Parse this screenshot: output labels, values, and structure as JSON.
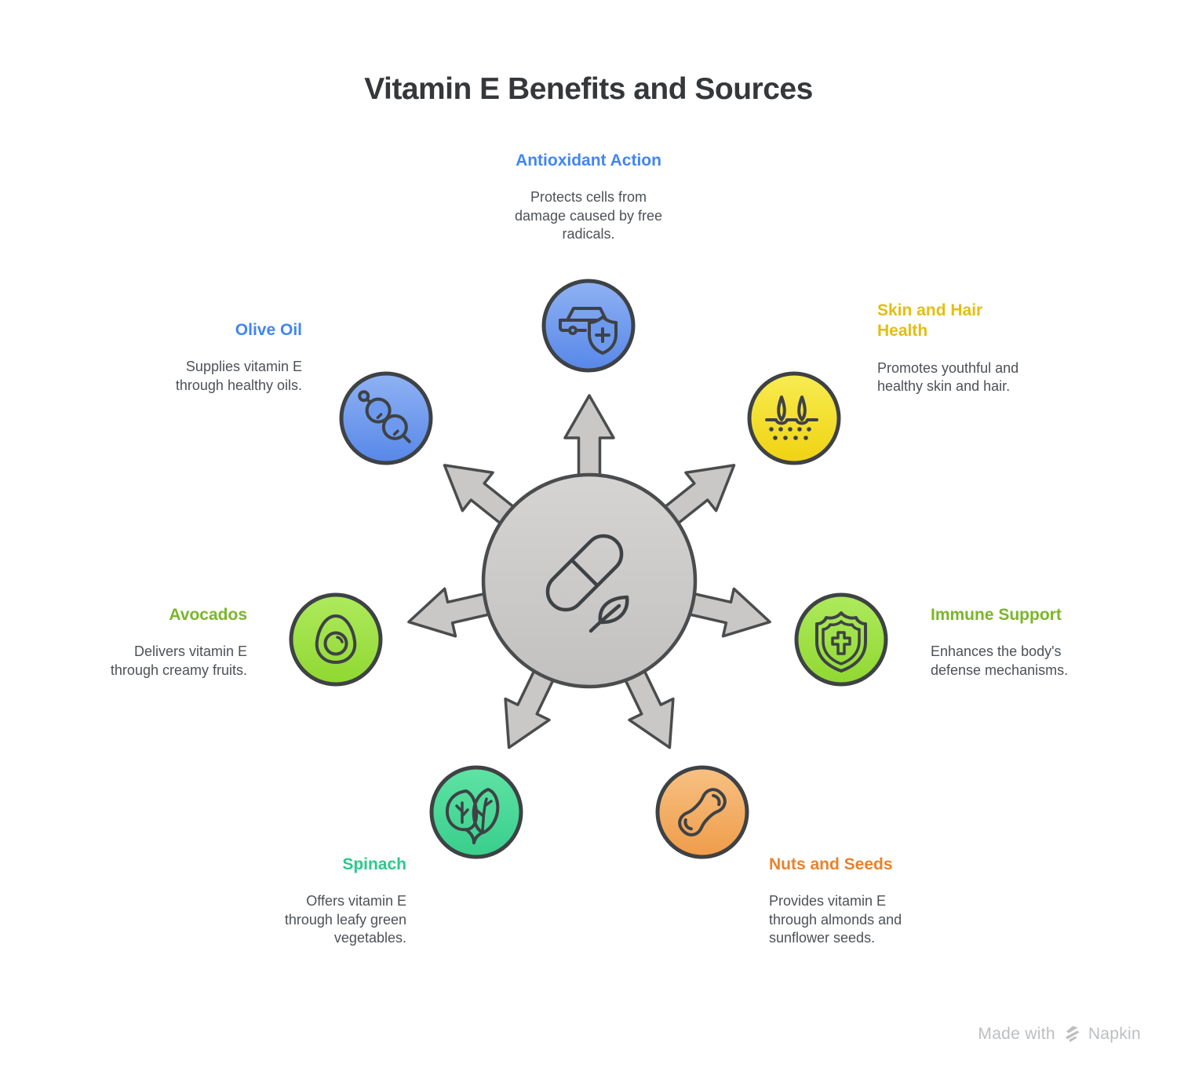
{
  "title": "Vitamin E Benefits and Sources",
  "hub": {
    "icon": "pill-leaf-icon",
    "circle_top": "#D5D4D3",
    "circle_bottom": "#C2C1C0",
    "arrow_fill": "#C9C8C7",
    "outline": "#4A4C4E"
  },
  "nodes": {
    "antioxidant": {
      "heading": "Antioxidant Action",
      "body": "Protects cells from damage caused by free radicals.",
      "heading_color": "#4285F4",
      "circle_top": "#8FB2F3",
      "circle_bottom": "#5787E8",
      "icon_fill": "#6D9AEE",
      "icon": "car-shield-icon"
    },
    "skin": {
      "heading": "Skin and Hair Health",
      "body": "Promotes youthful and healthy skin and hair.",
      "heading_color": "#E3BE12",
      "circle_top": "#F8EC52",
      "circle_bottom": "#EFD311",
      "icon": "hair-follicle-icon"
    },
    "immune": {
      "heading": "Immune Support",
      "body": "Enhances the body's defense mechanisms.",
      "heading_color": "#7AB629",
      "circle_top": "#AEEA5D",
      "circle_bottom": "#90D831",
      "icon": "shield-cross-icon"
    },
    "nuts": {
      "heading": "Nuts and Seeds",
      "body": "Provides vitamin E through almonds and sunflower seeds.",
      "heading_color": "#E8822C",
      "circle_top": "#F7C183",
      "circle_bottom": "#EF9C49",
      "icon": "peanut-icon"
    },
    "spinach": {
      "heading": "Spinach",
      "body": "Offers vitamin E through leafy green vegetables.",
      "heading_color": "#2BC98B",
      "circle_top": "#5FE3A4",
      "circle_bottom": "#38CE8C",
      "icon": "spinach-leaves-icon"
    },
    "avocado": {
      "heading": "Avocados",
      "body": "Delivers vitamin E through creamy fruits.",
      "heading_color": "#7AB629",
      "circle_top": "#AEEA5D",
      "circle_bottom": "#90D831",
      "icon": "avocado-icon"
    },
    "olive": {
      "heading": "Olive Oil",
      "body": "Supplies vitamin E through healthy oils.",
      "heading_color": "#4285F4",
      "circle_top": "#8FB2F3",
      "circle_bottom": "#5787E8",
      "icon_fill": "#6D9AEE",
      "icon": "olive-skewer-icon"
    }
  },
  "watermark": {
    "prefix": "Made with",
    "brand": "Napkin",
    "color": "#BCBEC0"
  }
}
